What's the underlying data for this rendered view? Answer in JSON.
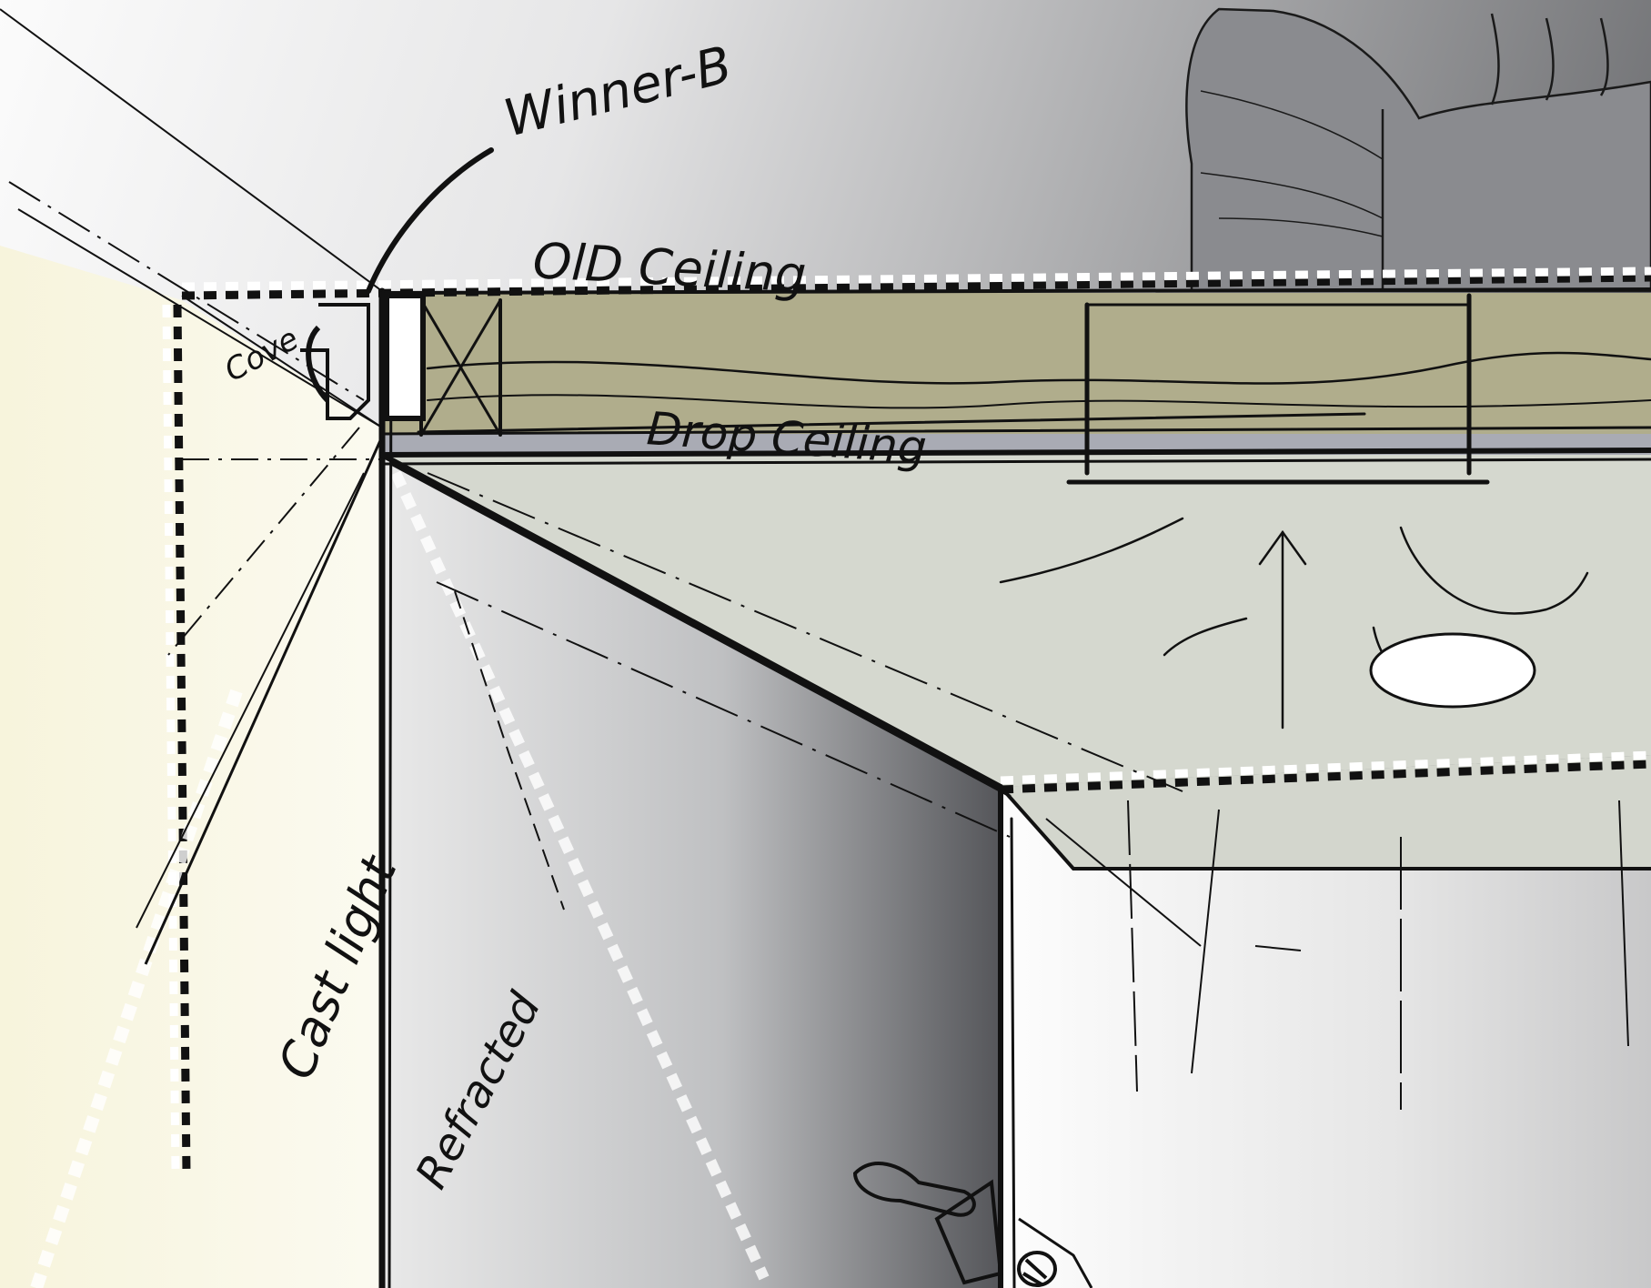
{
  "labels": {
    "winner": "Winner-B",
    "old_ceiling": "OlD Ceiling",
    "drop_ceiling": "Drop Ceiling",
    "cast_light": "Cast light",
    "refracted": "Refracted",
    "corner_note": "Cove"
  },
  "colors": {
    "background_light": "#f3f3f3",
    "background_dark": "#6e6f72",
    "warm_light": "#f7f4dc",
    "plenum": "#b0ad8c",
    "soffit_band": "#a9abb4",
    "ceiling": "#d5d8cf",
    "ceiling_front": "#d3d6cd",
    "wall_dark": "#55565a",
    "wall_light": "#e9e9e9",
    "ink": "#111111",
    "dash": "#ffffff"
  }
}
